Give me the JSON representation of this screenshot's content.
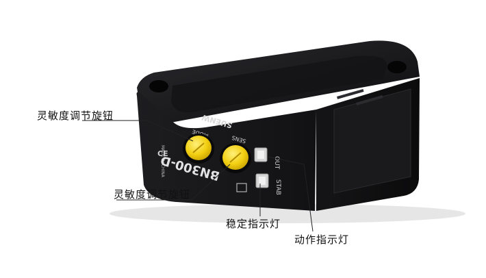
{
  "callouts": {
    "sensitivity_knob_top": "灵敏度调节旋钮",
    "sensitivity_knob_bottom": "灵敏度调节旋钮",
    "stability_indicator": "稳定指示灯",
    "output_indicator": "动作指示灯"
  },
  "device": {
    "brand": "SUENW",
    "model": "BN300-D",
    "mode_label": "MODE",
    "sens_label": "SENS",
    "out_label": "OUT",
    "stab_label": "STAB",
    "origin_label": "MADE IN CHINA",
    "ce_mark": "CE"
  },
  "colors": {
    "body": "#1b1b1e",
    "knob": "#f2cf12",
    "accent_text": "#d8d8d8"
  }
}
